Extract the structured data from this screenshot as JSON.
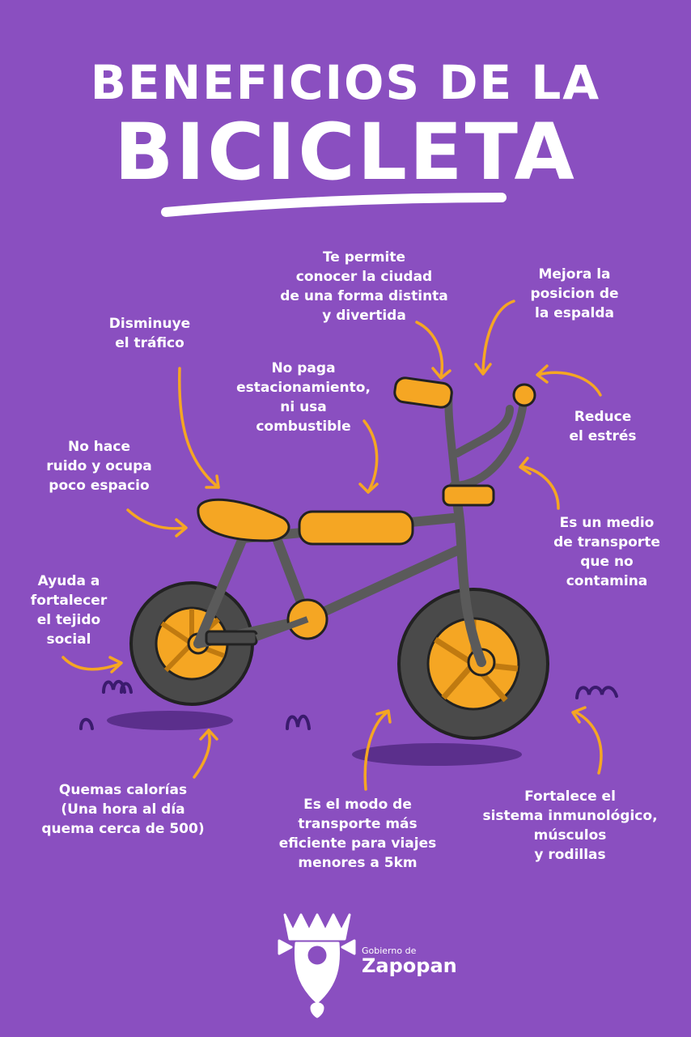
{
  "title": {
    "line1": "BENEFICIOS DE LA",
    "line2": "BICICLETA"
  },
  "benefits": [
    {
      "id": "ciudad",
      "text": "Te permite\nconocer la ciudad\nde una forma distinta\ny divertida"
    },
    {
      "id": "espalda",
      "text": "Mejora la\nposicion de\nla espalda"
    },
    {
      "id": "trafico",
      "text": "Disminuye\nel tráfico"
    },
    {
      "id": "estacionamiento",
      "text": "No paga\nestacionamiento,\nni usa\ncombustible"
    },
    {
      "id": "estres",
      "text": "Reduce\nel estrés"
    },
    {
      "id": "ruido",
      "text": "No hace\nruido y ocupa\npoco espacio"
    },
    {
      "id": "contamina",
      "text": "Es un medio\nde transporte\nque no\ncontamina"
    },
    {
      "id": "tejido",
      "text": "Ayuda a\nfortalecer\nel tejido\nsocial"
    },
    {
      "id": "calorias",
      "text": "Quemas calorías\n(Una hora al día\nquema cerca de 500)"
    },
    {
      "id": "eficiente",
      "text": "Es el modo de\ntransporte más\neficiente para viajes\nmenores a 5km"
    },
    {
      "id": "inmunologico",
      "text": "Fortalece el\nsistema inmunológico,\nmúsculos\ny rodillas"
    }
  ],
  "logo": {
    "small": "Gobierno de",
    "big": "Zapopan"
  },
  "colors": {
    "background": "#8a4fc0",
    "accent": "#f5a623",
    "frame": "#5a5a5a",
    "tire": "#4a4a4a"
  },
  "icons": [
    "bicycle-illustration",
    "arrow-icon",
    "grass-doodle",
    "zapopan-coat-of-arms-icon"
  ]
}
